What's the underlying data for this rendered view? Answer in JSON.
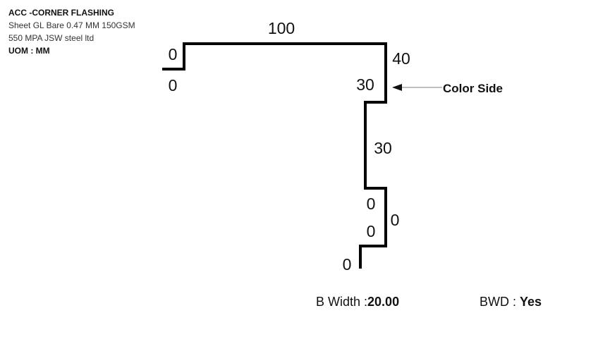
{
  "header": {
    "title": "ACC -CORNER FLASHING",
    "line1": "Sheet GL Bare 0.47 MM 150GSM",
    "line2": "550 MPA JSW steel ltd",
    "uom_label": "UOM : ",
    "uom_value": "MM"
  },
  "profile": {
    "labels": {
      "top_length": "100",
      "left_return_top": "0",
      "left_return_bottom": "0",
      "right_drop": "40",
      "right_step": "30",
      "mid_drop": "30",
      "lower_a": "0",
      "lower_b": "0",
      "lower_c": "0",
      "bottom_end": "0"
    },
    "color_side_label": "Color Side",
    "line_color": "#000000",
    "arrow_color": "#aaaaaa"
  },
  "footer": {
    "bwidth_label": "B Width :",
    "bwidth_value": "20.00",
    "bwd_label": "BWD : ",
    "bwd_value": "Yes"
  }
}
